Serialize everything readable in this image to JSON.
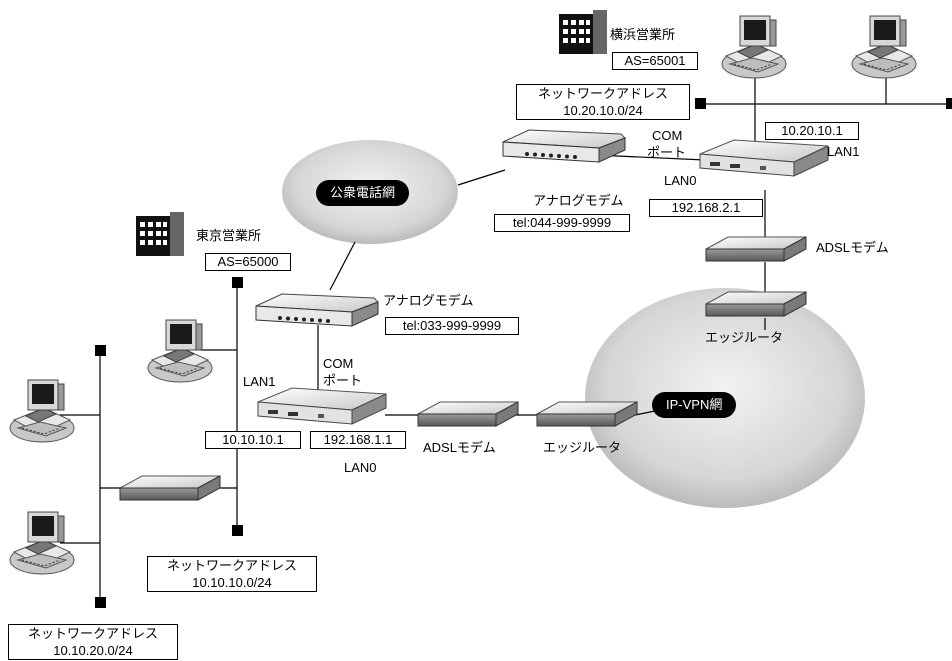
{
  "clouds": {
    "pstn": "公衆電話網",
    "ipvpn": "IP-VPN網"
  },
  "tokyo": {
    "office": "東京営業所",
    "as": "AS=65000",
    "modem_label": "アナログモデム",
    "modem_tel": "tel:033-999-9999",
    "com_port_line1": "COM",
    "com_port_line2": "ポート",
    "lan1_label": "LAN1",
    "lan1_ip": "10.10.10.1",
    "lan0_ip": "192.168.1.1",
    "lan0_label": "LAN0",
    "adsl_modem": "ADSLモデム",
    "edge_router": "エッジルータ",
    "network1_title": "ネットワークアドレス",
    "network1_addr": "10.10.10.0/24",
    "network2_title": "ネットワークアドレス",
    "network2_addr": "10.10.20.0/24"
  },
  "yokohama": {
    "office": "横浜営業所",
    "as": "AS=65001",
    "network_title": "ネットワークアドレス",
    "network_addr": "10.20.10.0/24",
    "com_port_line1": "COM",
    "com_port_line2": "ポート",
    "lan1_ip": "10.20.10.1",
    "lan1_label": "LAN1",
    "lan0_label": "LAN0",
    "lan0_ip": "192.168.2.1",
    "modem_label": "アナログモデム",
    "modem_tel": "tel:044-999-9999",
    "adsl_modem": "ADSLモデム",
    "edge_router": "エッジルータ"
  }
}
